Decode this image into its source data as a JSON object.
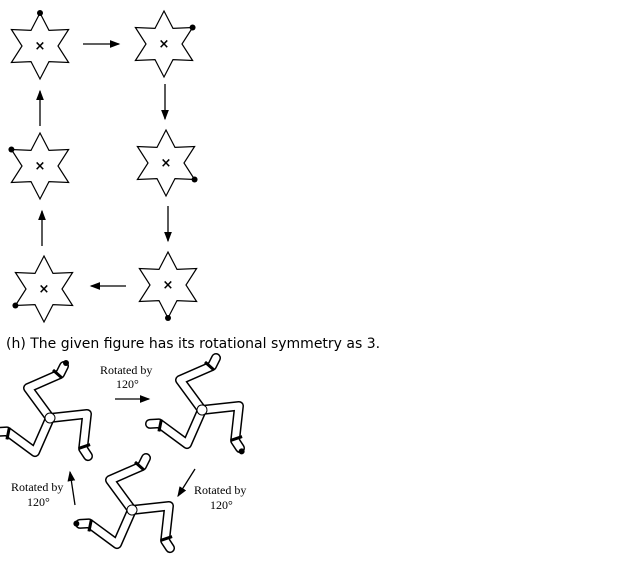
{
  "caption": "(h) The given figure has its rotational symmetry as 3.",
  "stars": {
    "mark": "×",
    "dot_vertex_sequence": [
      "top",
      "upper-right",
      "lower-right",
      "bottom",
      "lower-left",
      "upper-left"
    ]
  },
  "legs_figure": {
    "labels": [
      {
        "line1": "Rotated by",
        "line2": "120°"
      },
      {
        "line1": "Rotated by",
        "line2": "120°"
      },
      {
        "line1": "Rotated by",
        "line2": "120°"
      }
    ]
  }
}
